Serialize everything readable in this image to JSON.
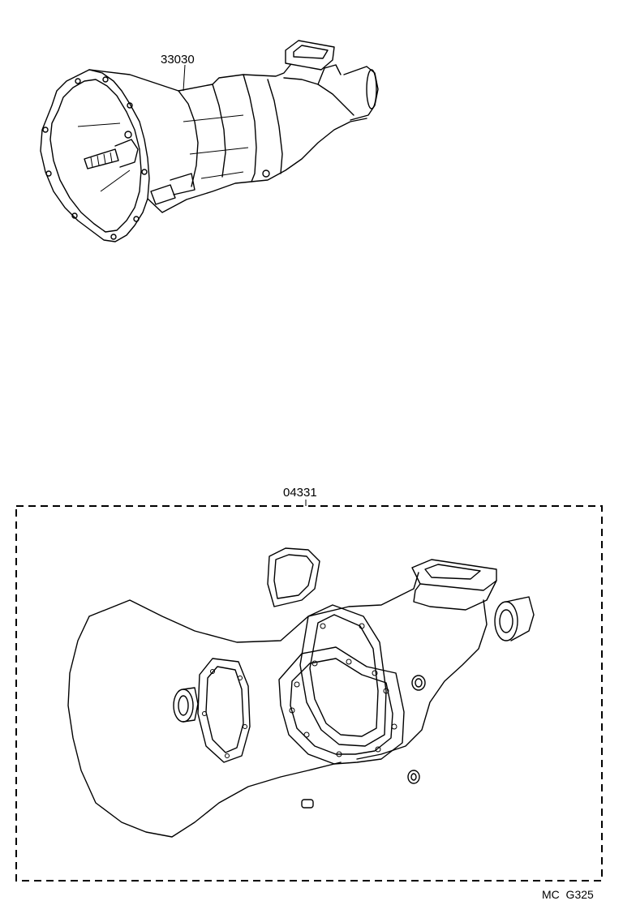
{
  "parts": {
    "transmission_assembly": {
      "part_number": "33030"
    },
    "gasket_kit": {
      "part_number": "04331"
    }
  },
  "footer": {
    "diagram_code": "MC  G325"
  }
}
